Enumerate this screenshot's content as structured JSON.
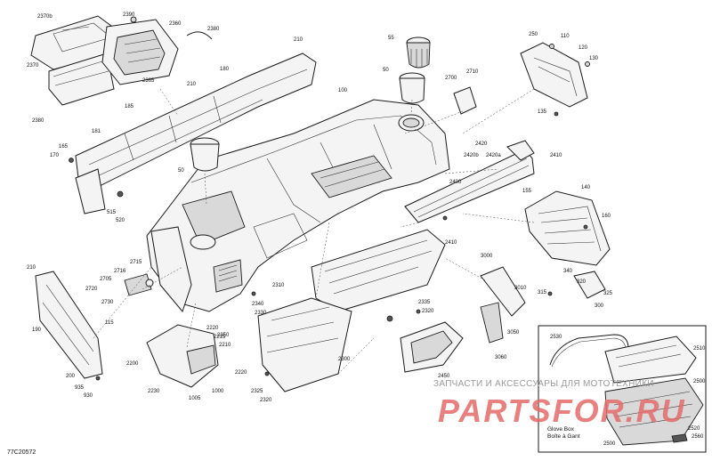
{
  "diagram_code": "77C20572",
  "inset": {
    "caption_line1": "Glove Box",
    "caption_line2": "Boîte à Gant"
  },
  "watermark": {
    "line1": "ЗАПЧАСТИ И АКСЕССУАРЫ ДЛЯ МОТОТЕХНИКИ",
    "line2": "PARTSFOR.RU"
  },
  "callouts": [
    {
      "id": "c2370b",
      "text": "2370b"
    },
    {
      "id": "c2390",
      "text": "2390"
    },
    {
      "id": "c2360",
      "text": "2360"
    },
    {
      "id": "c2380",
      "text": "2380"
    },
    {
      "id": "c2370",
      "text": "2370"
    },
    {
      "id": "c2365",
      "text": "2365"
    },
    {
      "id": "c2380b",
      "text": "2380"
    },
    {
      "id": "c210a",
      "text": "210"
    },
    {
      "id": "c210b",
      "text": "210"
    },
    {
      "id": "c180",
      "text": "180"
    },
    {
      "id": "c185",
      "text": "185"
    },
    {
      "id": "c181",
      "text": "181"
    },
    {
      "id": "c165",
      "text": "165"
    },
    {
      "id": "c170",
      "text": "170"
    },
    {
      "id": "c55",
      "text": "55"
    },
    {
      "id": "c50a",
      "text": "50"
    },
    {
      "id": "c100",
      "text": "100"
    },
    {
      "id": "c2700",
      "text": "2700"
    },
    {
      "id": "c2710",
      "text": "2710"
    },
    {
      "id": "c250",
      "text": "250"
    },
    {
      "id": "c110",
      "text": "110"
    },
    {
      "id": "c120",
      "text": "120"
    },
    {
      "id": "c130",
      "text": "130"
    },
    {
      "id": "c135",
      "text": "135"
    },
    {
      "id": "c50b",
      "text": "50"
    },
    {
      "id": "c2420",
      "text": "2420"
    },
    {
      "id": "c2420b",
      "text": "2420b"
    },
    {
      "id": "c2420a",
      "text": "2420a"
    },
    {
      "id": "c2410",
      "text": "2410"
    },
    {
      "id": "c2400",
      "text": "2400"
    },
    {
      "id": "c155",
      "text": "155"
    },
    {
      "id": "c140",
      "text": "140"
    },
    {
      "id": "c160",
      "text": "160"
    },
    {
      "id": "c515",
      "text": "515"
    },
    {
      "id": "c520",
      "text": "520"
    },
    {
      "id": "c210c",
      "text": "210"
    },
    {
      "id": "c2715",
      "text": "2715"
    },
    {
      "id": "c2716",
      "text": "2716"
    },
    {
      "id": "c2720",
      "text": "2720"
    },
    {
      "id": "c2705",
      "text": "2705"
    },
    {
      "id": "c2730",
      "text": "2730"
    },
    {
      "id": "c2410b",
      "text": "2410"
    },
    {
      "id": "c3000",
      "text": "3000"
    },
    {
      "id": "c3010",
      "text": "3010"
    },
    {
      "id": "c340",
      "text": "340"
    },
    {
      "id": "c320",
      "text": "320"
    },
    {
      "id": "c325",
      "text": "325"
    },
    {
      "id": "c315",
      "text": "315"
    },
    {
      "id": "c300",
      "text": "300"
    },
    {
      "id": "c190",
      "text": "190"
    },
    {
      "id": "c115",
      "text": "115"
    },
    {
      "id": "c2310",
      "text": "2310"
    },
    {
      "id": "c2340",
      "text": "2340"
    },
    {
      "id": "c2330",
      "text": "2330"
    },
    {
      "id": "c2335",
      "text": "2335"
    },
    {
      "id": "c2320",
      "text": "2320"
    },
    {
      "id": "c2350",
      "text": "2350"
    },
    {
      "id": "c2220",
      "text": "2220"
    },
    {
      "id": "c2215",
      "text": "2215"
    },
    {
      "id": "c2210",
      "text": "2210"
    },
    {
      "id": "c2200",
      "text": "2200"
    },
    {
      "id": "c2230",
      "text": "2230"
    },
    {
      "id": "c1000a",
      "text": "1000"
    },
    {
      "id": "c1005",
      "text": "1005"
    },
    {
      "id": "c2300",
      "text": "2300"
    },
    {
      "id": "c2220b",
      "text": "2220"
    },
    {
      "id": "c2325",
      "text": "2325"
    },
    {
      "id": "c2320b",
      "text": "2320"
    },
    {
      "id": "c200",
      "text": "200"
    },
    {
      "id": "c935",
      "text": "935"
    },
    {
      "id": "c930",
      "text": "930"
    },
    {
      "id": "c3050",
      "text": "3050"
    },
    {
      "id": "c3060",
      "text": "3060"
    },
    {
      "id": "c2450",
      "text": "2450"
    },
    {
      "id": "c2530",
      "text": "2530"
    },
    {
      "id": "c2510",
      "text": "2510"
    },
    {
      "id": "c2500",
      "text": "2500"
    },
    {
      "id": "c2520",
      "text": "2520"
    },
    {
      "id": "c2560",
      "text": "2560"
    },
    {
      "id": "c2500b",
      "text": "2500"
    }
  ]
}
